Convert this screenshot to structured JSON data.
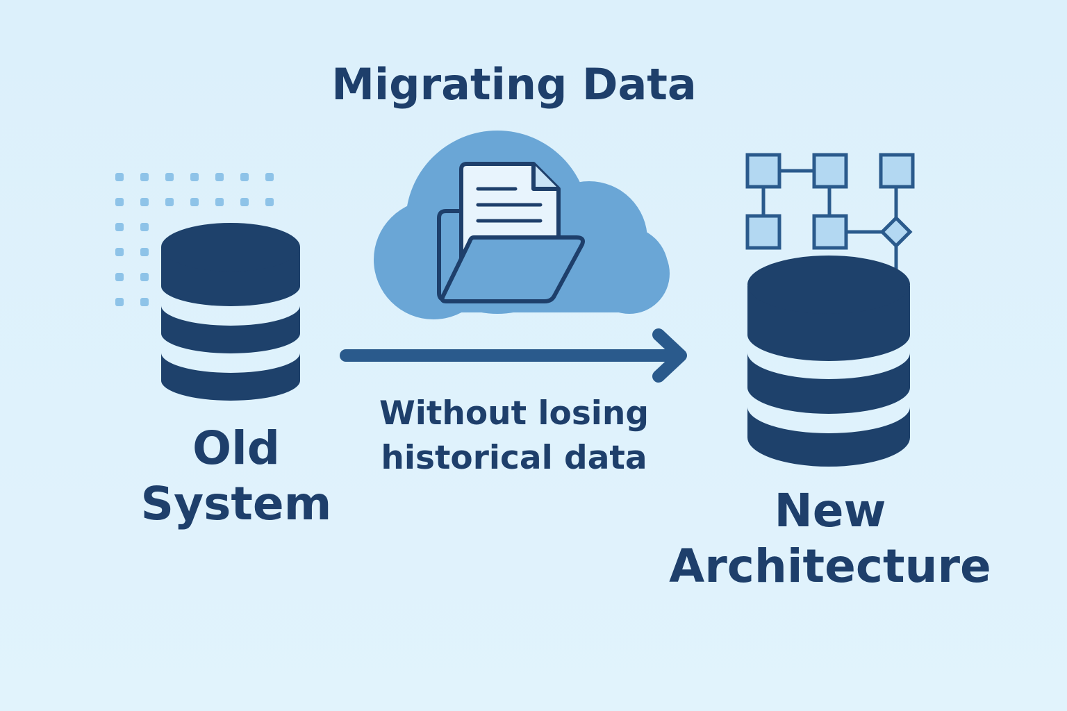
{
  "title": "Migrating Data",
  "source": {
    "label_line1": "Old",
    "label_line2": "System",
    "icon": "database-icon"
  },
  "transfer": {
    "caption_line1": "Without losing",
    "caption_line2": "historical data",
    "icons": [
      "cloud-icon",
      "document-icon",
      "folder-icon",
      "arrow-right-icon"
    ]
  },
  "target": {
    "label_line1": "New",
    "label_line2": "Architecture",
    "icons": [
      "database-icon",
      "network-diagram-icon"
    ]
  },
  "colors": {
    "background": "#dcf0fb",
    "primary": "#1e3f6b",
    "arrow": "#2a5a8c",
    "cloud": "#6aa6d6",
    "node_fill": "#b3d8f2",
    "dots": "#8ec3e8"
  }
}
